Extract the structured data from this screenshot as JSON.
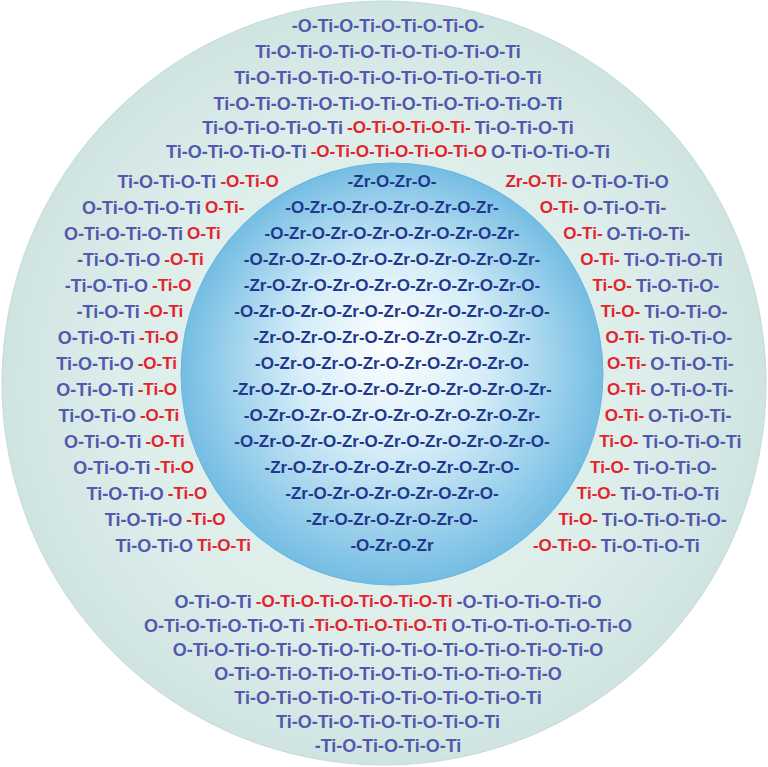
{
  "diagram": {
    "nodes": [
      {
        "text": [
          "-O-Ti-O-Ti-O-Ti-O-Ti-O-",
          "Ti-O-Ti-O-Ti-O-Ti-O-Ti-O-Ti-O-Ti",
          "Ti-O-Ti-O-Ti-O-Ti-O-Ti-O-Ti-O-Ti-O-Ti",
          "Ti-O-Ti-O-Ti-O-Ti-O-Ti-O-Ti-O-Ti-O-Ti-O-Ti",
          "Ti-O-Ti-O-Ti-O-Ti",
          "Ti-O-Ti-O-Ti",
          "Ti-O-Ti-O-Ti-O-Ti",
          "O-Ti-O-Ti-O-Ti",
          "Ti-O-Ti-O-Ti",
          "O-Ti-O-Ti-O",
          "O-Ti-O-Ti-O-Ti",
          "O-Ti-O-Ti-",
          "O-Ti-O-Ti-O-Ti",
          "O-Ti-O-Ti-",
          "-Ti-O-Ti-O",
          "Ti-O-Ti-O-Ti",
          "-Ti-O-Ti-O",
          "Ti-O-Ti-O-",
          "-Ti-O-Ti",
          "Ti-O-Ti-O-",
          "O-Ti-O-Ti",
          "Ti-O-Ti-O-",
          "Ti-O-Ti-O",
          "O-Ti-O-Ti-",
          "O-Ti-O-Ti",
          "O-Ti-O-Ti-",
          "Ti-O-Ti-O",
          "O-Ti-O-Ti-",
          "O-Ti-O-Ti",
          "Ti-O-Ti-O-Ti",
          "O-Ti-O-Ti",
          "Ti-O-Ti-O-",
          "Ti-O-Ti-O",
          "Ti-O-Ti-O-Ti",
          "Ti-O-Ti-O",
          "Ti-O-Ti-O-Ti-O-",
          "Ti-O-Ti-O",
          "Ti-O-Ti-O-Ti",
          "O-Ti-O-Ti",
          "-O-Ti-O-Ti-O-Ti-O",
          "O-Ti-O-Ti-O-Ti-O-Ti",
          "O-Ti-O-Ti-O-Ti-O-Ti-O",
          "O-Ti-O-Ti-O-Ti-O-Ti-O-Ti-O-Ti-O-Ti-O-Ti-O-Ti-O-Ti-O",
          "O-Ti-O-Ti-O-Ti-O-Ti-O-Ti-O-Ti-O-Ti-O-Ti-O",
          "Ti-O-Ti-O-Ti-O-Ti-O-Ti-O-Ti-O-Ti-O-Ti",
          "Ti-O-Ti-O-Ti-O-Ti-O-Ti-O-Ti",
          "-Ti-O-Ti-O-Ti-O-Ti"
        ]
      },
      {
        "text": [
          "-Zr-O-Zr-O-",
          "-O-Zr-O-Zr-O-Zr-O-Zr-O-Zr-",
          "-O-Zr-O-Zr-O-Zr-O-Zr-O-Zr-O-Zr-",
          "-O-Zr-O-Zr-O-Zr-O-Zr-O-Zr-O-Zr-O-Zr-",
          "-Zr-O-Zr-O-Zr-O-Zr-O-Zr-O-Zr-O-Zr-O-",
          "-O-Zr-O-Zr-O-Zr-O-Zr-O-Zr-O-Zr-O-Zr-O-",
          "-Zr-O-Zr-O-Zr-O-Zr-O-Zr-O-Zr-O-Zr-",
          "-O-Zr-O-Zr-O-Zr-O-Zr-O-Zr-O-Zr-O-",
          "-Zr-O-Zr-O-Zr-O-Zr-O-Zr-O-Zr-O-Zr-O-Zr-",
          "-O-Zr-O-Zr-O-Zr-O-Zr-O-Zr-O-Zr-O-Zr-",
          "-O-Zr-O-Zr-O-Zr-O-Zr-O-Zr-O-Zr-O-Zr-O-",
          "-Zr-O-Zr-O-Zr-O-Zr-O-Zr-O-Zr-O-",
          "-Zr-O-Zr-O-Zr-O-Zr-O-Zr-O-",
          "-Zr-O-Zr-O-Zr-O-Zr-O-",
          "-O-Zr-O-Zr"
        ],
        "in": 0
      }
    ],
    "labels": [
      "-O-Ti-O-Ti-O-Ti-",
      "-O-Ti-O-Ti-O-Ti-O-Ti-O",
      "-O-Ti-O",
      "Zr-O-Ti-",
      "O-Ti-",
      "O-Ti-",
      "O-Ti",
      "O-Ti-",
      "-O-Ti",
      "O-Ti-",
      "-Ti-O",
      "Ti-O-",
      "-O-Ti",
      "Ti-O-",
      "-Ti-O",
      "O-Ti-",
      "-O-Ti",
      "O-Ti-",
      "-Ti-O",
      "O-Ti-",
      "-O-Ti",
      "O-Ti-",
      "-O-Ti",
      "Ti-O-",
      "-Ti-O",
      "Ti-O-",
      "-Ti-O",
      "Ti-O-",
      "-Ti-O",
      "Ti-O-",
      "Ti-O-Ti",
      "-O-Ti-O-",
      "-O-Ti-O-Ti-O-Ti-O-Ti-O-Ti",
      "-Ti-O-Ti-O-Ti-O-Ti"
    ]
  }
}
